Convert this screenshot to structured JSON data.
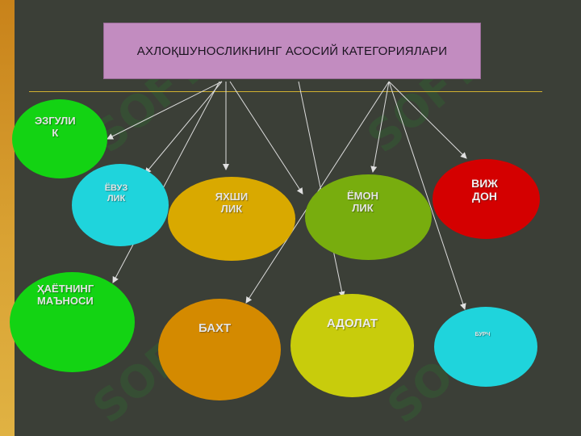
{
  "title": "АХЛОҚШУНОСЛИКНИНГ АСОСИЙ КАТЕГОРИЯЛАРИ",
  "watermark": "SOFT",
  "colors": {
    "background": "#3b3f37",
    "title_box": "#c28cc0",
    "green": "#13d313",
    "cyan": "#1fd4dc",
    "gold": "#d9a900",
    "olive": "#78ad0e",
    "red": "#d40000",
    "orange": "#d48a00",
    "yellow": "#c8cc0c"
  },
  "nodes": [
    {
      "id": "ezgulik",
      "label": "ЭЗГУЛИ\nК"
    },
    {
      "id": "yovuzlik",
      "label": "ЁВУЗ\nЛИК"
    },
    {
      "id": "yakhshilik",
      "label": "ЯХШИ\nЛИК"
    },
    {
      "id": "yomonlik",
      "label": "ЁМОН\nЛИК"
    },
    {
      "id": "vijdon",
      "label": "ВИЖ\nДОН"
    },
    {
      "id": "hayotning-manosi",
      "label": "ҲАЁТНИНГ\nМАЪНОСИ"
    },
    {
      "id": "bakht",
      "label": "БАХТ"
    },
    {
      "id": "adolat",
      "label": "АДОЛАТ"
    },
    {
      "id": "burch",
      "label": "БУРЧ"
    }
  ]
}
